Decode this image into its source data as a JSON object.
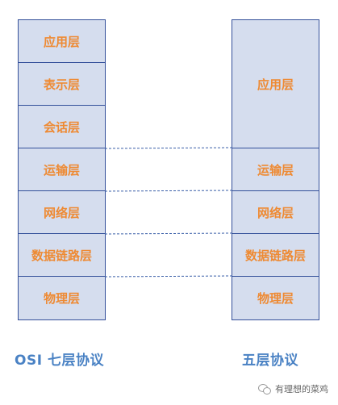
{
  "osi": {
    "caption": "OSI 七层协议",
    "layers": [
      "应用层",
      "表示层",
      "会话层",
      "运输层",
      "网络层",
      "数据链路层",
      "物理层"
    ]
  },
  "five": {
    "caption": "五层协议",
    "layers": [
      "应用层",
      "运输层",
      "网络层",
      "数据链路层",
      "物理层"
    ]
  },
  "watermark": "有理想的菜鸡",
  "colors": {
    "cell_fill": "#d5ddee",
    "border": "#34509a",
    "label": "#ee8a33",
    "caption": "#4a82c4",
    "link_line": "#3a5fa8"
  }
}
